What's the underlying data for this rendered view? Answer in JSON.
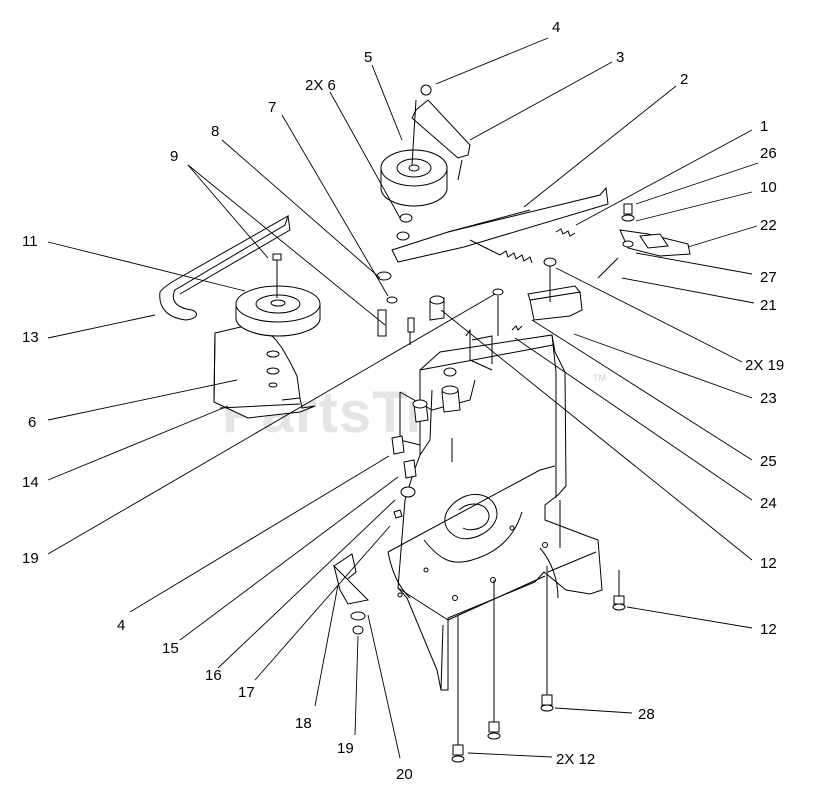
{
  "watermark": {
    "text": "PartsTree",
    "tm": "TM"
  },
  "callouts": [
    {
      "id": "c4a",
      "label": "4"
    },
    {
      "id": "c3",
      "label": "3"
    },
    {
      "id": "c5",
      "label": "5"
    },
    {
      "id": "c2x6",
      "label": "2X 6"
    },
    {
      "id": "c2",
      "label": "2"
    },
    {
      "id": "c8",
      "label": "8"
    },
    {
      "id": "c7",
      "label": "7"
    },
    {
      "id": "c1",
      "label": "1"
    },
    {
      "id": "c9",
      "label": "9"
    },
    {
      "id": "c26",
      "label": "26"
    },
    {
      "id": "c10",
      "label": "10"
    },
    {
      "id": "c22",
      "label": "22"
    },
    {
      "id": "c11",
      "label": "11"
    },
    {
      "id": "c27",
      "label": "27"
    },
    {
      "id": "c21",
      "label": "21"
    },
    {
      "id": "c13",
      "label": "13"
    },
    {
      "id": "c2x19",
      "label": "2X 19"
    },
    {
      "id": "c23",
      "label": "23"
    },
    {
      "id": "c6",
      "label": "6"
    },
    {
      "id": "c14",
      "label": "14"
    },
    {
      "id": "c25",
      "label": "25"
    },
    {
      "id": "c24",
      "label": "24"
    },
    {
      "id": "c19a",
      "label": "19"
    },
    {
      "id": "c12a",
      "label": "12"
    },
    {
      "id": "c4b",
      "label": "4"
    },
    {
      "id": "c12b",
      "label": "12"
    },
    {
      "id": "c15",
      "label": "15"
    },
    {
      "id": "c16",
      "label": "16"
    },
    {
      "id": "c17",
      "label": "17"
    },
    {
      "id": "c28",
      "label": "28"
    },
    {
      "id": "c18",
      "label": "18"
    },
    {
      "id": "c19b",
      "label": "19"
    },
    {
      "id": "c2x12",
      "label": "2X 12"
    },
    {
      "id": "c20",
      "label": "20"
    }
  ]
}
